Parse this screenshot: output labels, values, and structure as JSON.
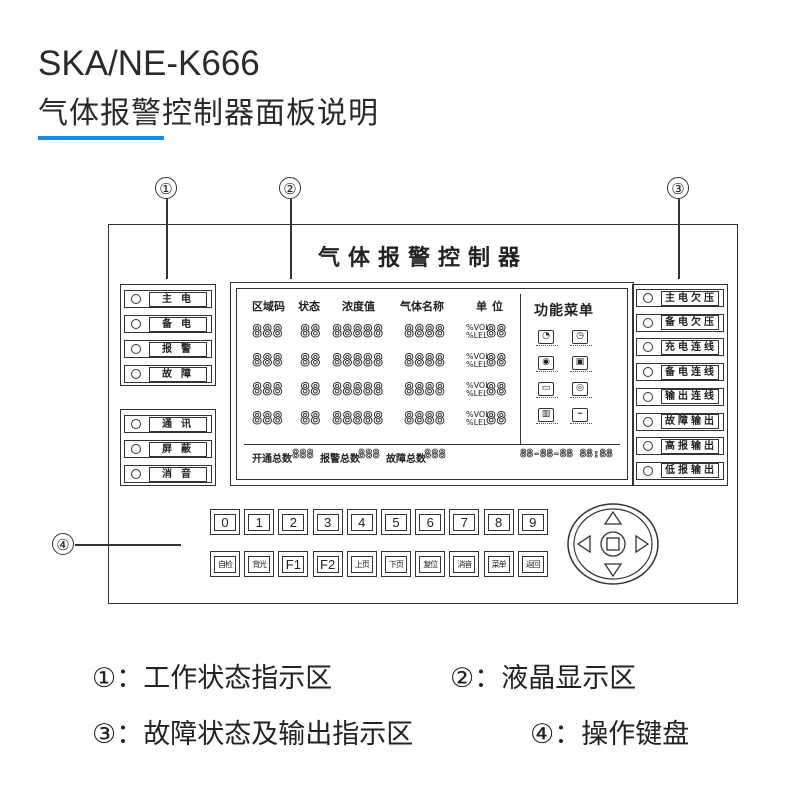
{
  "header": {
    "model": "SKA/NE-K666",
    "subtitle": "气体报警控制器面板说明"
  },
  "callouts": [
    "①",
    "②",
    "③",
    "④"
  ],
  "panel": {
    "title": "气体报警控制器",
    "left_indicators": [
      "主电",
      "备电",
      "报警",
      "故障",
      "通讯",
      "屏蔽",
      "消音"
    ],
    "right_indicators": [
      "主电欠压",
      "备电欠压",
      "充电连线",
      "备电连线",
      "输出连线",
      "故障输出",
      "高报输出",
      "低报输出"
    ],
    "lcd": {
      "headers": {
        "zone": "区域码",
        "state": "状态",
        "concentration": "浓度值",
        "gas": "气体名称",
        "unit": "单位"
      },
      "rows": [
        {
          "zone": "888",
          "state": "88",
          "value": "88888",
          "gas": "8888",
          "units": [
            "%VOL",
            "%LEL"
          ],
          "unit_digits": "88"
        },
        {
          "zone": "888",
          "state": "88",
          "value": "88888",
          "gas": "8888",
          "units": [
            "%VOL",
            "%LEL"
          ],
          "unit_digits": "88"
        },
        {
          "zone": "888",
          "state": "88",
          "value": "88888",
          "gas": "8888",
          "units": [
            "%VOL",
            "%LEL"
          ],
          "unit_digits": "88"
        },
        {
          "zone": "888",
          "state": "88",
          "value": "88888",
          "gas": "8888",
          "units": [
            "%VOL",
            "%LEL"
          ],
          "unit_digits": "88"
        }
      ],
      "menu_title": "功能菜单",
      "menu_icons": [
        "gauge-icon",
        "clock-icon",
        "alarm-icon",
        "lock-icon",
        "computer-icon",
        "settings-icon",
        "book-icon",
        "signal-icon"
      ],
      "footer": {
        "open_label": "开通总数",
        "open_value": "888",
        "alarm_label": "报警总数",
        "alarm_value": "888",
        "fault_label": "故障总数",
        "fault_value": "888",
        "clock": "88-88-88 88:88"
      }
    },
    "keys_row1": [
      "0",
      "1",
      "2",
      "3",
      "4",
      "5",
      "6",
      "7",
      "8",
      "9"
    ],
    "keys_row2": [
      "自检",
      "背光",
      "F1",
      "F2",
      "上页",
      "下页",
      "复位",
      "消音",
      "菜单",
      "返回"
    ],
    "dpad": [
      "up-arrow-icon",
      "left-arrow-icon",
      "confirm-icon",
      "right-arrow-icon",
      "down-arrow-icon"
    ]
  },
  "legend": [
    {
      "num": "①",
      "text": "工作状态指示区"
    },
    {
      "num": "②",
      "text": "液晶显示区"
    },
    {
      "num": "③",
      "text": "故障状态及输出指示区"
    },
    {
      "num": "④",
      "text": "操作键盘"
    }
  ],
  "colors": {
    "accent": "#1e88e5",
    "ink": "#333333"
  }
}
